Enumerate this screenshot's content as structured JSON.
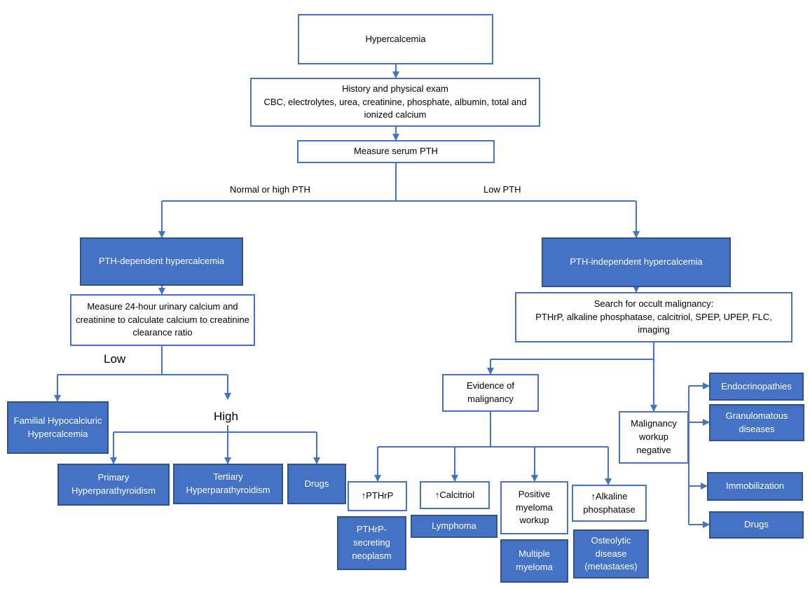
{
  "colors": {
    "line": "#4472c4",
    "fill": "#4472c4",
    "fill_border": "#2f528f",
    "box_border": "#4472c4"
  },
  "nodes": {
    "hypercalcemia": "Hypercalcemia",
    "history": "History and physical exam\nCBC, electrolytes, urea, creatinine, phosphate, albumin, total and ionized calcium",
    "pth": "Measure serum PTH",
    "pth_dependent": "PTH-dependent hypercalcemia",
    "pth_independent": "PTH-independent hypercalcemia",
    "urinary": "Measure 24-hour urinary calcium and creatinine to calculate calcium to creatinine clearance ratio",
    "occult": "Search for occult malignancy:\nPTHrP, alkaline phosphatase, calcitriol, SPEP, UPEP, FLC, imaging",
    "fhh": "Familial Hypocalciuric Hypercalcemia",
    "primary": "Primary Hyperparathyroidism",
    "tertiary": "Tertiary Hyperparathyroidism",
    "drugs_left": "Drugs",
    "evidence": "Evidence of malignancy",
    "negative": "Malignancy workup negative",
    "pthrp_up": "↑PTHrP",
    "calcitriol_up": "↑Calcitriol",
    "myeloma_workup": "Positive myeloma workup",
    "alkphos_up": "↑Alkaline phosphatase",
    "pthrp_neoplasm": "PTHrP-secreting neoplasm",
    "lymphoma": "Lymphoma",
    "multiple_myeloma": "Multiple myeloma",
    "osteolytic": "Osteolytic disease (metastases)",
    "endocrinopathies": "Endocrinopathies",
    "granulomatous": "Granulomatous diseases",
    "immobilization": "Immobilization",
    "drugs_right": "Drugs"
  },
  "edge_labels": {
    "normal_high": "Normal or high PTH",
    "low_pth": "Low PTH",
    "low": "Low",
    "high": "High"
  }
}
